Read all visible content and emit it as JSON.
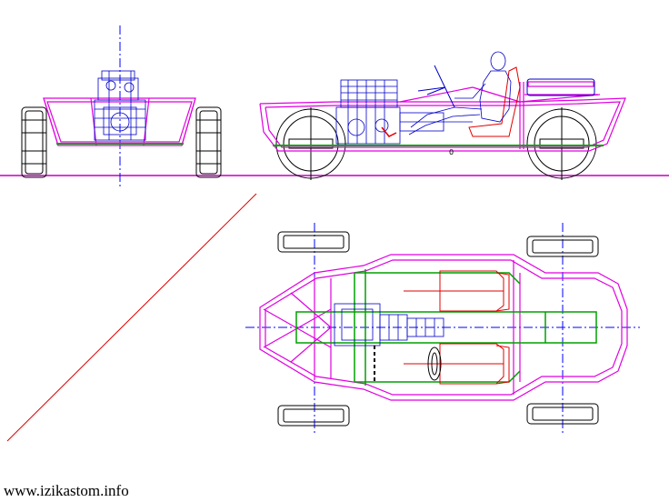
{
  "drawing": {
    "views": [
      "front-elevation",
      "side-elevation",
      "plan-view"
    ],
    "side_label": "0",
    "watermark": "www.izikastom.info"
  },
  "colors": {
    "frame": "#e000e0",
    "floor_tubes": "#00a000",
    "engine": "#0000c8",
    "seats": "#d00000",
    "centerline": "#0000ff",
    "ground": "#c000c0",
    "outline": "#000000",
    "projection_line": "#e00000"
  }
}
